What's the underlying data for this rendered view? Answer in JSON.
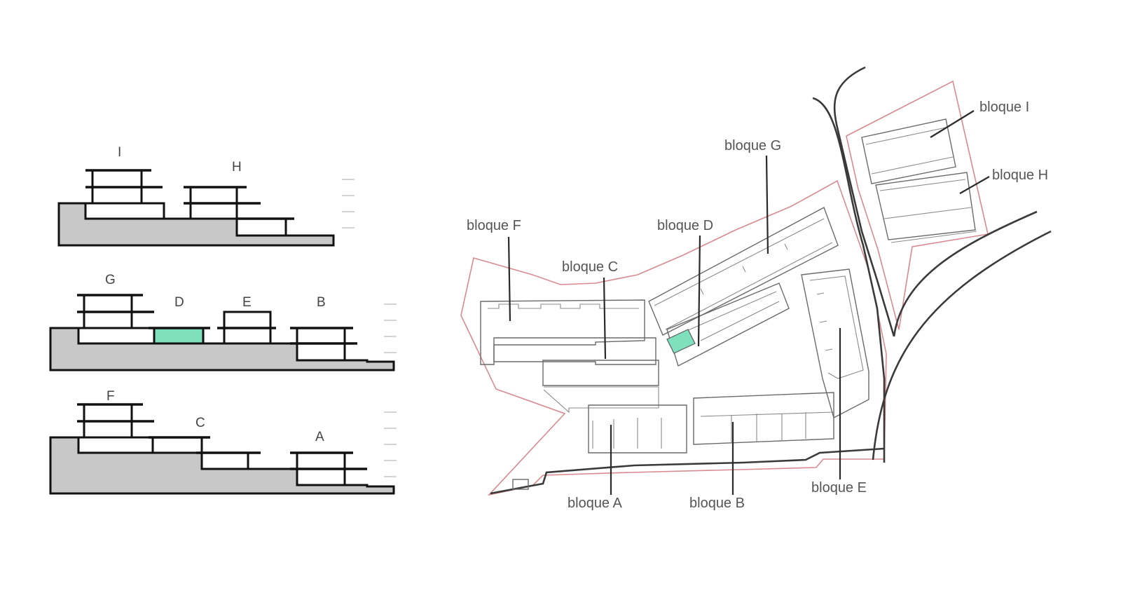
{
  "sections": {
    "top": {
      "labels": [
        "I",
        "H"
      ]
    },
    "middle": {
      "labels": [
        "G",
        "D",
        "E",
        "B"
      ],
      "highlighted": "D"
    },
    "bottom": {
      "labels": [
        "F",
        "C",
        "A"
      ]
    }
  },
  "plan": {
    "labels": {
      "a": "bloque A",
      "b": "bloque B",
      "c": "bloque C",
      "d": "bloque D",
      "e": "bloque E",
      "f": "bloque F",
      "g": "bloque G",
      "h": "bloque H",
      "i": "bloque I"
    },
    "highlighted": "bloque D"
  },
  "colors": {
    "highlight": "#7fe0bd",
    "ground": "#c8c8c8",
    "site_boundary": "#d98a8f"
  }
}
